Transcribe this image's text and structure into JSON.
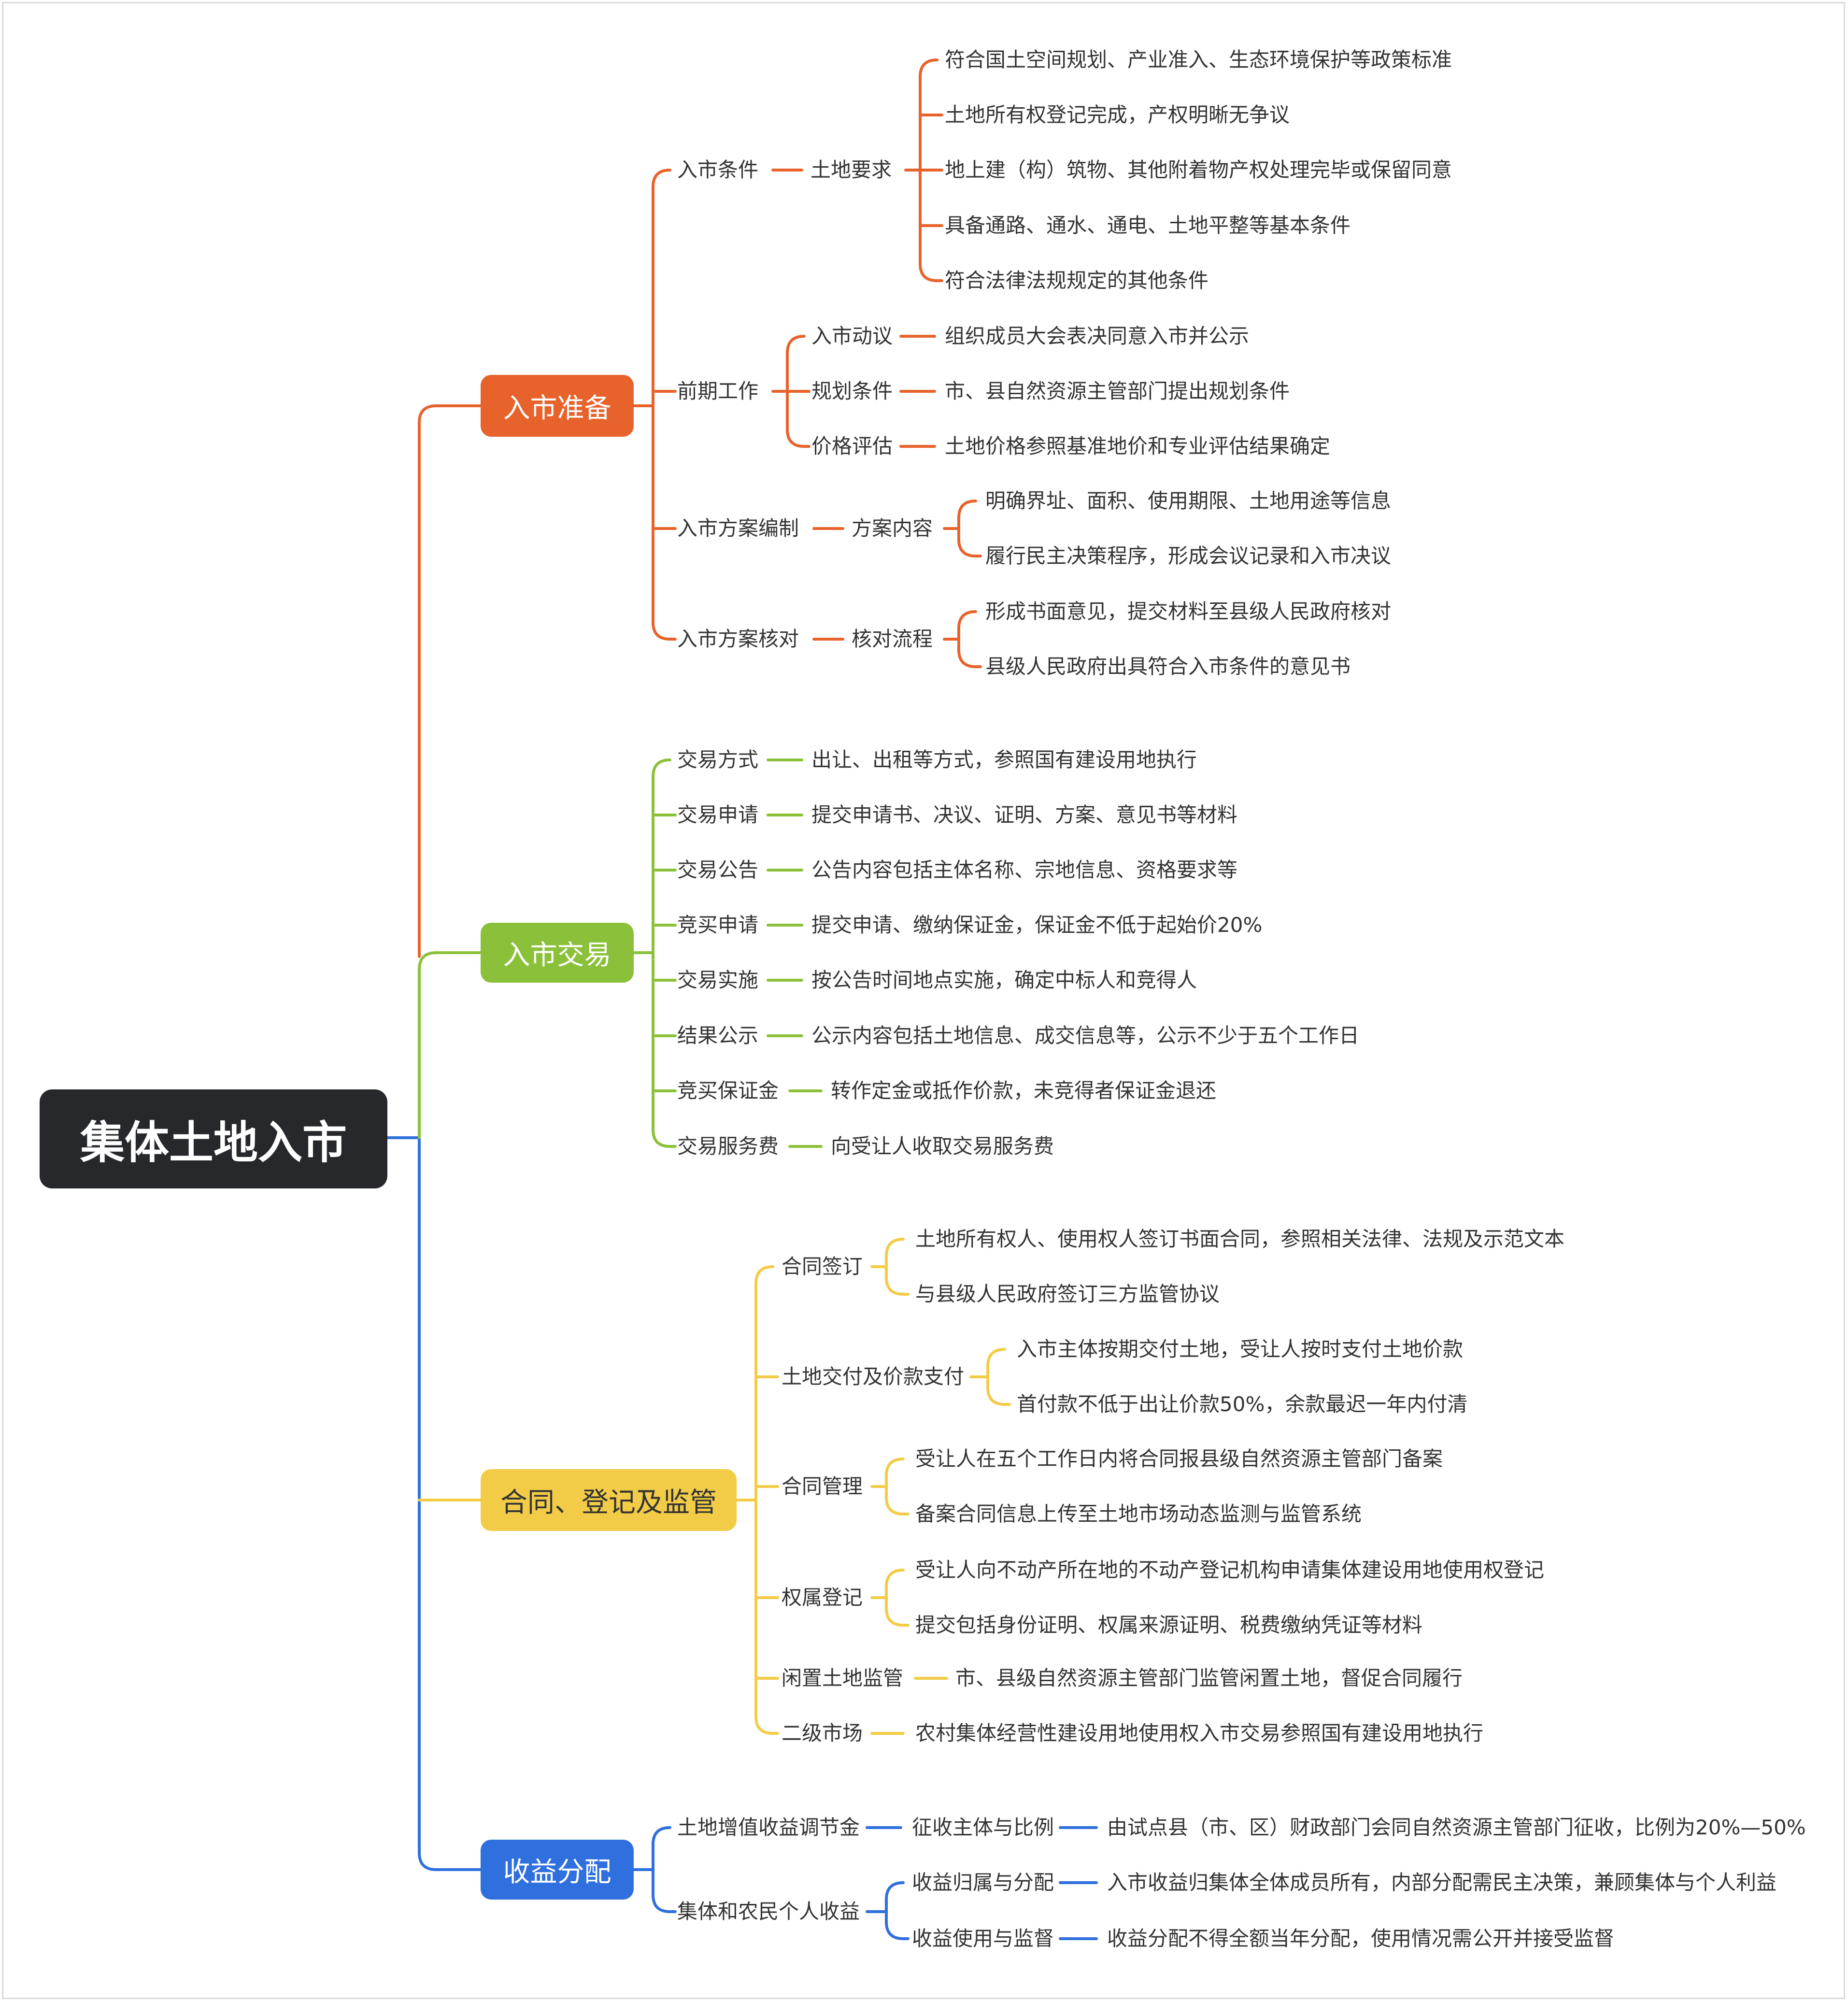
{
  "root": "集体土地入市",
  "colors": {
    "prep": "#e8632c",
    "trade": "#8bc13a",
    "contract": "#f2cc46",
    "income": "#2f6fde",
    "root": "#26282b"
  },
  "prep": {
    "title": "入市准备",
    "cond": {
      "label": "入市条件",
      "sub": "土地要求",
      "items": [
        "符合国土空间规划、产业准入、生态环境保护等政策标准",
        "土地所有权登记完成，产权明晰无争议",
        "地上建（构）筑物、其他附着物产权处理完毕或保留同意",
        "具备通路、通水、通电、土地平整等基本条件",
        "符合法律法规规定的其他条件"
      ]
    },
    "early": {
      "label": "前期工作",
      "rows": [
        {
          "label": "入市动议",
          "text": "组织成员大会表决同意入市并公示"
        },
        {
          "label": "规划条件",
          "text": "市、县自然资源主管部门提出规划条件"
        },
        {
          "label": "价格评估",
          "text": "土地价格参照基准地价和专业评估结果确定"
        }
      ]
    },
    "plan": {
      "label": "入市方案编制",
      "sub": "方案内容",
      "items": [
        "明确界址、面积、使用期限、土地用途等信息",
        "履行民主决策程序，形成会议记录和入市决议"
      ]
    },
    "check": {
      "label": "入市方案核对",
      "sub": "核对流程",
      "items": [
        "形成书面意见，提交材料至县级人民政府核对",
        "县级人民政府出具符合入市条件的意见书"
      ]
    }
  },
  "trade": {
    "title": "入市交易",
    "rows": [
      {
        "label": "交易方式",
        "text": "出让、出租等方式，参照国有建设用地执行"
      },
      {
        "label": "交易申请",
        "text": "提交申请书、决议、证明、方案、意见书等材料"
      },
      {
        "label": "交易公告",
        "text": "公告内容包括主体名称、宗地信息、资格要求等"
      },
      {
        "label": "竞买申请",
        "text": "提交申请、缴纳保证金，保证金不低于起始价20%"
      },
      {
        "label": "交易实施",
        "text": "按公告时间地点实施，确定中标人和竞得人"
      },
      {
        "label": "结果公示",
        "text": "公示内容包括土地信息、成交信息等，公示不少于五个工作日"
      },
      {
        "label": "竞买保证金",
        "text": "转作定金或抵作价款，未竞得者保证金退还"
      },
      {
        "label": "交易服务费",
        "text": "向受让人收取交易服务费"
      }
    ]
  },
  "contract": {
    "title": "合同、登记及监管",
    "sign": {
      "label": "合同签订",
      "items": [
        "土地所有权人、使用权人签订书面合同，参照相关法律、法规及示范文本",
        "与县级人民政府签订三方监管协议"
      ]
    },
    "pay": {
      "label": "土地交付及价款支付",
      "items": [
        "入市主体按期交付土地，受让人按时支付土地价款",
        "首付款不低于出让价款50%，余款最迟一年内付清"
      ]
    },
    "manage": {
      "label": "合同管理",
      "items": [
        "受让人在五个工作日内将合同报县级自然资源主管部门备案",
        "备案合同信息上传至土地市场动态监测与监管系统"
      ]
    },
    "reg": {
      "label": "权属登记",
      "items": [
        "受让人向不动产所在地的不动产登记机构申请集体建设用地使用权登记",
        "提交包括身份证明、权属来源证明、税费缴纳凭证等材料"
      ]
    },
    "idle": {
      "label": "闲置土地监管",
      "text": "市、县级自然资源主管部门监管闲置土地，督促合同履行"
    },
    "second": {
      "label": "二级市场",
      "text": "农村集体经营性建设用地使用权入市交易参照国有建设用地执行"
    }
  },
  "income": {
    "title": "收益分配",
    "fund": {
      "label": "土地增值收益调节金",
      "sub": "征收主体与比例",
      "text": "由试点县（市、区）财政部门会同自然资源主管部门征收，比例为20%—50%"
    },
    "personal": {
      "label": "集体和农民个人收益",
      "rows": [
        {
          "label": "收益归属与分配",
          "text": "入市收益归集体全体成员所有，内部分配需民主决策，兼顾集体与个人利益"
        },
        {
          "label": "收益使用与监督",
          "text": "收益分配不得全额当年分配，使用情况需公开并接受监督"
        }
      ]
    }
  }
}
